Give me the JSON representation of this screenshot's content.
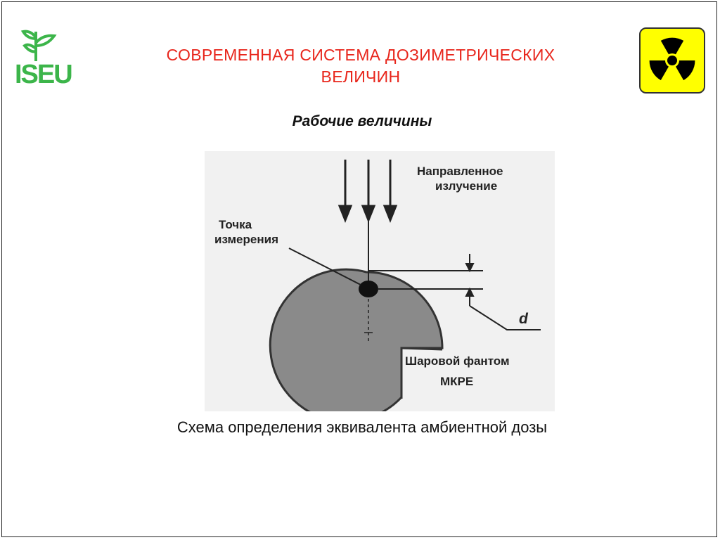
{
  "logo": {
    "text": "ISEU"
  },
  "header": {
    "title_line1": "СОВРЕМЕННАЯ СИСТЕМА ДОЗИМЕТРИЧЕСКИХ",
    "title_line2": "ВЕЛИЧИН",
    "badge_icon": "radiation-trefoil-icon"
  },
  "subtitle": "Рабочие величины",
  "figure": {
    "label_radiation_line1": "Направленное",
    "label_radiation_line2": "излучение",
    "label_point_line1": "Точка",
    "label_point_line2": "измерения",
    "label_d": "d",
    "label_phantom_line1": "Шаровой фантом",
    "label_phantom_line2": "МКРЕ"
  },
  "caption": "Схема определения эквивалента амбиентной дозы",
  "colors": {
    "title": "#e8261c",
    "logo": "#3cb54a",
    "badge": "#ffff00"
  }
}
